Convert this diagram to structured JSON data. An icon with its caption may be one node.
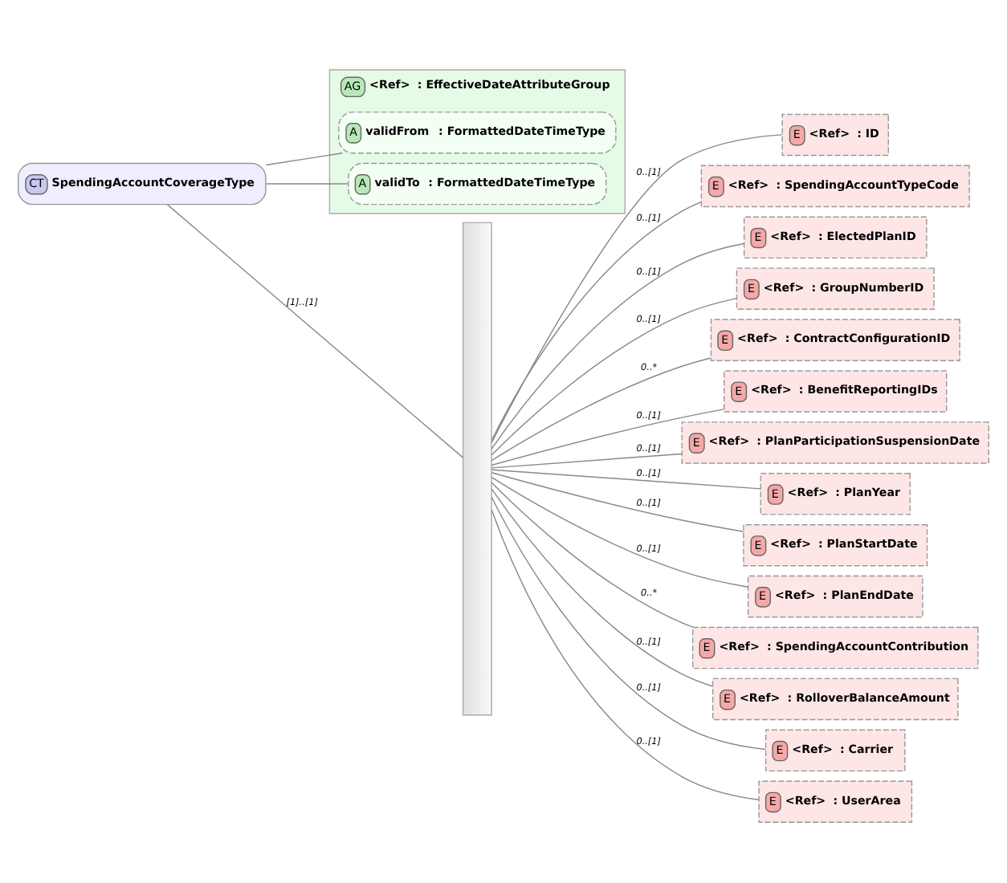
{
  "diagram": {
    "nodes": [
      {
        "text": [
          "CT",
          "SpendingAccountCoverageType"
        ]
      },
      {
        "text": [
          "AG",
          "<Ref>",
          ": EffectiveDateAttributeGroup"
        ]
      },
      {
        "text": [
          "A",
          "validFrom",
          ": FormattedDateTimeType"
        ],
        "in": 1
      },
      {
        "text": [
          "A",
          "validTo",
          ": FormattedDateTimeType"
        ],
        "in": 1
      },
      {
        "text": [],
        "shape": "bar"
      },
      {
        "text": [
          "E",
          "<Ref>",
          ": ID"
        ]
      },
      {
        "text": [
          "E",
          "<Ref>",
          ": SpendingAccountTypeCode"
        ]
      },
      {
        "text": [
          "E",
          "<Ref>",
          ": ElectedPlanID"
        ]
      },
      {
        "text": [
          "E",
          "<Ref>",
          ": GroupNumberID"
        ]
      },
      {
        "text": [
          "E",
          "<Ref>",
          ": ContractConfigurationID"
        ]
      },
      {
        "text": [
          "E",
          "<Ref>",
          ": BenefitReportingIDs"
        ]
      },
      {
        "text": [
          "E",
          "<Ref>",
          ": PlanParticipationSuspensionDate"
        ]
      },
      {
        "text": [
          "E",
          "<Ref>",
          ": PlanYear"
        ]
      },
      {
        "text": [
          "E",
          "<Ref>",
          ": PlanStartDate"
        ]
      },
      {
        "text": [
          "E",
          "<Ref>",
          ": PlanEndDate"
        ]
      },
      {
        "text": [
          "E",
          "<Ref>",
          ": SpendingAccountContribution"
        ]
      },
      {
        "text": [
          "E",
          "<Ref>",
          ": RolloverBalanceAmount"
        ]
      },
      {
        "text": [
          "E",
          "<Ref>",
          ": Carrier"
        ]
      },
      {
        "text": [
          "E",
          "<Ref>",
          ": UserArea"
        ]
      }
    ],
    "edges": [
      {
        "from": 0,
        "to": 2,
        "arrow": "none"
      },
      {
        "from": 0,
        "to": 3,
        "arrow": "none"
      },
      {
        "from": 0,
        "to": 4,
        "arrow": "none",
        "label": "[1]..[1]"
      },
      {
        "from": 4,
        "to": 5,
        "arrow": "none",
        "label": "0..[1]"
      },
      {
        "from": 4,
        "to": 6,
        "arrow": "none",
        "label": "0..[1]"
      },
      {
        "from": 4,
        "to": 7,
        "arrow": "none",
        "label": "0..[1]"
      },
      {
        "from": 4,
        "to": 8,
        "arrow": "none",
        "label": "0..[1]"
      },
      {
        "from": 4,
        "to": 9,
        "arrow": "none",
        "label": "0..*"
      },
      {
        "from": 4,
        "to": 10,
        "arrow": "none",
        "label": "0..[1]"
      },
      {
        "from": 4,
        "to": 11,
        "arrow": "none",
        "label": "0..[1]"
      },
      {
        "from": 4,
        "to": 12,
        "arrow": "none",
        "label": "0..[1]"
      },
      {
        "from": 4,
        "to": 13,
        "arrow": "none",
        "label": "0..[1]"
      },
      {
        "from": 4,
        "to": 14,
        "arrow": "none",
        "label": "0..[1]"
      },
      {
        "from": 4,
        "to": 15,
        "arrow": "none",
        "label": "0..*"
      },
      {
        "from": 4,
        "to": 16,
        "arrow": "none",
        "label": "0..[1]"
      },
      {
        "from": 4,
        "to": 17,
        "arrow": "none",
        "label": "0..[1]"
      },
      {
        "from": 4,
        "to": 18,
        "arrow": "none",
        "label": "0..[1]"
      }
    ]
  }
}
